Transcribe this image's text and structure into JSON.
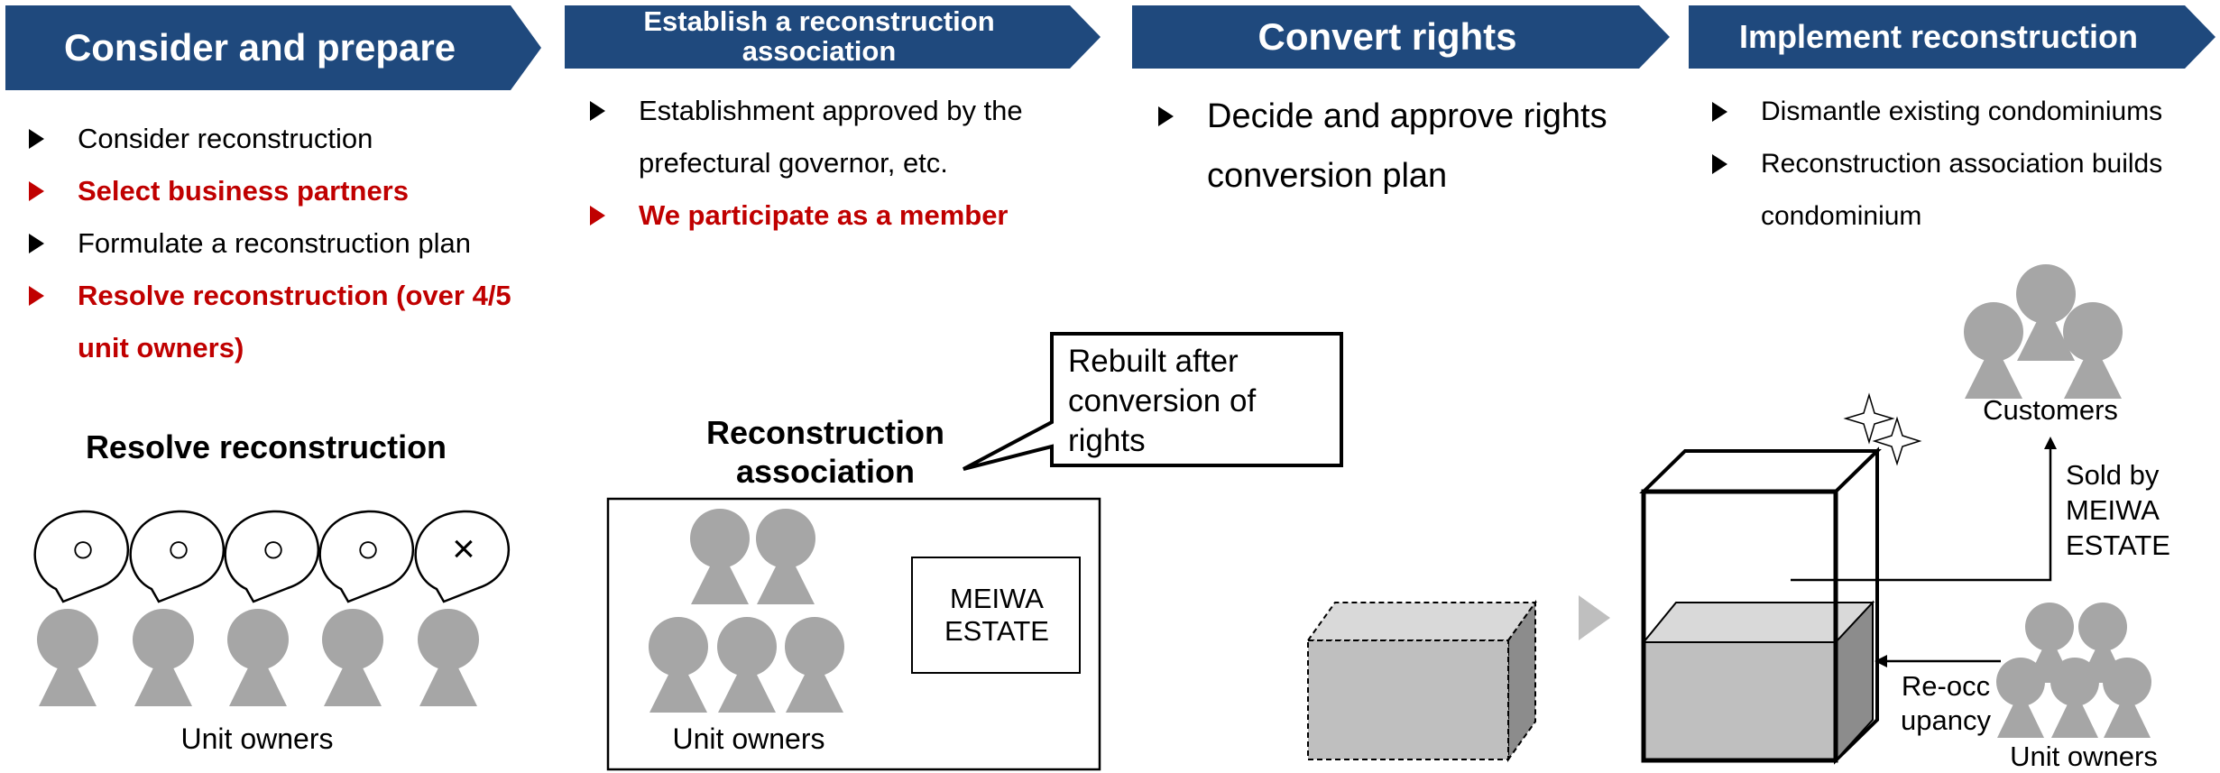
{
  "steps": [
    {
      "title": "Consider and prepare",
      "bullets": [
        {
          "text": "Consider reconstruction",
          "highlight": false
        },
        {
          "text": "Select business partners",
          "highlight": true
        },
        {
          "text": "Formulate a reconstruction plan",
          "highlight": false
        },
        {
          "text": "Resolve reconstruction (over 4/5 unit owners)",
          "highlight": true
        }
      ]
    },
    {
      "title": "Establish a reconstruction association",
      "bullets": [
        {
          "text": "Establishment approved by the prefectural governor, etc.",
          "highlight": false
        },
        {
          "text": "We participate as a member",
          "highlight": true
        }
      ]
    },
    {
      "title": "Convert rights",
      "bullets": [
        {
          "text": "Decide and approve rights conversion plan",
          "highlight": false
        }
      ]
    },
    {
      "title": "Implement reconstruction",
      "bullets": [
        {
          "text": "Dismantle existing condominiums",
          "highlight": false
        },
        {
          "text": "Reconstruction association builds condominium",
          "highlight": false
        }
      ]
    }
  ],
  "resolve_panel": {
    "heading": "Resolve reconstruction",
    "votes": [
      "○",
      "○",
      "○",
      "○",
      "×"
    ],
    "owners_label": "Unit owners"
  },
  "association_panel": {
    "heading": "Reconstruction association",
    "callout": "Rebuilt after conversion of rights",
    "company": "MEIWA ESTATE",
    "owners_label": "Unit owners"
  },
  "reconstruction_panel": {
    "customers_label": "Customers",
    "sold_label": "Sold by MEIWA ESTATE",
    "reoccupancy_label": "Re-occupancy",
    "owners_label": "Unit owners"
  },
  "colors": {
    "header": "#1f497d",
    "highlight": "#c00000",
    "person": "#a6a6a6"
  }
}
